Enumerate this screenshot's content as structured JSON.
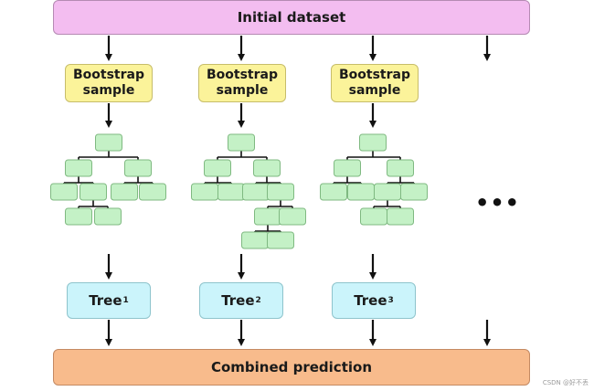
{
  "top_label": "Initial dataset",
  "bottom_label": "Combined prediction",
  "bootstrap": {
    "line1": "Bootstrap",
    "line2": "sample"
  },
  "trees": [
    {
      "name": "Tree",
      "sub": "1"
    },
    {
      "name": "Tree",
      "sub": "2"
    },
    {
      "name": "Tree",
      "sub": "3"
    }
  ],
  "ellipsis": "•••",
  "watermark": "CSDN @好不丢",
  "colors": {
    "dataset": "#f3bdf0",
    "bootstrap": "#fbf39a",
    "tree_node": "#c4f1c6",
    "tree_label": "#cbf4fb",
    "prediction": "#f8bb8c"
  }
}
